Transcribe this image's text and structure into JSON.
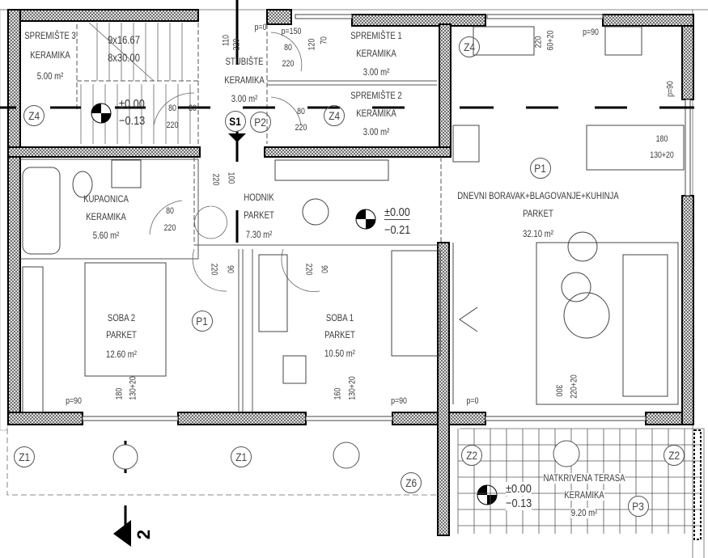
{
  "rooms": [
    {
      "name": "SPREMIŠTE 3",
      "floor": "KERAMIKA",
      "area": "5.00 m²"
    },
    {
      "name": "STUBIŠTE",
      "floor": "KERAMIKA",
      "area": "3.00 m²"
    },
    {
      "name": "SPREMIŠTE 1",
      "floor": "KERAMIKA",
      "area": "3.00 m²"
    },
    {
      "name": "SPREMIŠTE 2",
      "floor": "KERAMIKA",
      "area": "3.00 m²"
    },
    {
      "name": "KUPAONICA",
      "floor": "KERAMIKA",
      "area": "5.60 m²"
    },
    {
      "name": "HODNIK",
      "floor": "PARKET",
      "area": "7.30 m²"
    },
    {
      "name": "DNEVNI BORAVAK+BLAGOVANJE+KUHINJA",
      "floor": "PARKET",
      "area": "32.10 m²"
    },
    {
      "name": "SOBA 2",
      "floor": "PARKET",
      "area": "12.60 m²"
    },
    {
      "name": "SOBA 1",
      "floor": "PARKET",
      "area": "10.50 m²"
    },
    {
      "name": "NATKRIVENA TERASA",
      "floor": "KERAMIKA",
      "area": "9.20 m²"
    }
  ],
  "stairs": {
    "steps_a": "9x16.67",
    "steps_b": "8x30.00"
  },
  "levels": [
    {
      "top": "±0.00",
      "bottom": "−0.13"
    },
    {
      "top": "±0.00",
      "bottom": "−0.21"
    },
    {
      "top": "±0.00",
      "bottom": "−0.13"
    }
  ],
  "tags": [
    "Z4",
    "Z4",
    "Z4",
    "S1",
    "P2",
    "P1",
    "P1",
    "Z1",
    "Z1",
    "Z2",
    "Z2",
    "Z6",
    "P3"
  ],
  "doors": [
    {
      "w": "80",
      "h": "220"
    },
    {
      "w": "80",
      "h": "220"
    },
    {
      "w": "80",
      "h": "220"
    },
    {
      "w": "80",
      "h": "220"
    },
    {
      "w": "110",
      "h": "220"
    },
    {
      "w": "220",
      "h": "100"
    },
    {
      "w": "220",
      "h": "90"
    },
    {
      "w": "220",
      "h": "90"
    }
  ],
  "windows": [
    {
      "w": "180",
      "h": "130+20"
    },
    {
      "w": "160",
      "h": "130+20"
    },
    {
      "w": "300",
      "h": "220+20"
    },
    {
      "w": "220",
      "h": "60+20"
    },
    {
      "w": "180",
      "h": "130+20"
    }
  ],
  "parapets": [
    "p=0",
    "p=150",
    "p=90",
    "p=90",
    "p=0",
    "p=90",
    "p=90"
  ],
  "misc_dims": [
    "120",
    "70",
    "80"
  ],
  "section": {
    "label": "2"
  }
}
